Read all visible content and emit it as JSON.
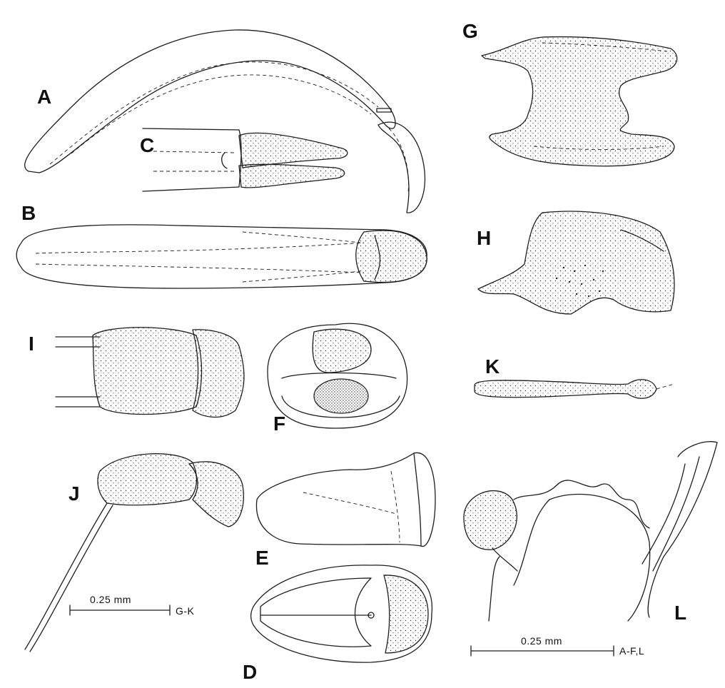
{
  "labels": {
    "A": "A",
    "B": "B",
    "C": "C",
    "D": "D",
    "E": "E",
    "F": "F",
    "G": "G",
    "H": "H",
    "I": "I",
    "J": "J",
    "K": "K",
    "L": "L"
  },
  "scalebars": {
    "left": {
      "value": "0.25 mm",
      "applies_to": "G-K"
    },
    "right": {
      "value": "0.25 mm",
      "applies_to": "A-F,L"
    }
  },
  "colors": {
    "ink": "#1e1e1e",
    "paper": "#ffffff"
  }
}
